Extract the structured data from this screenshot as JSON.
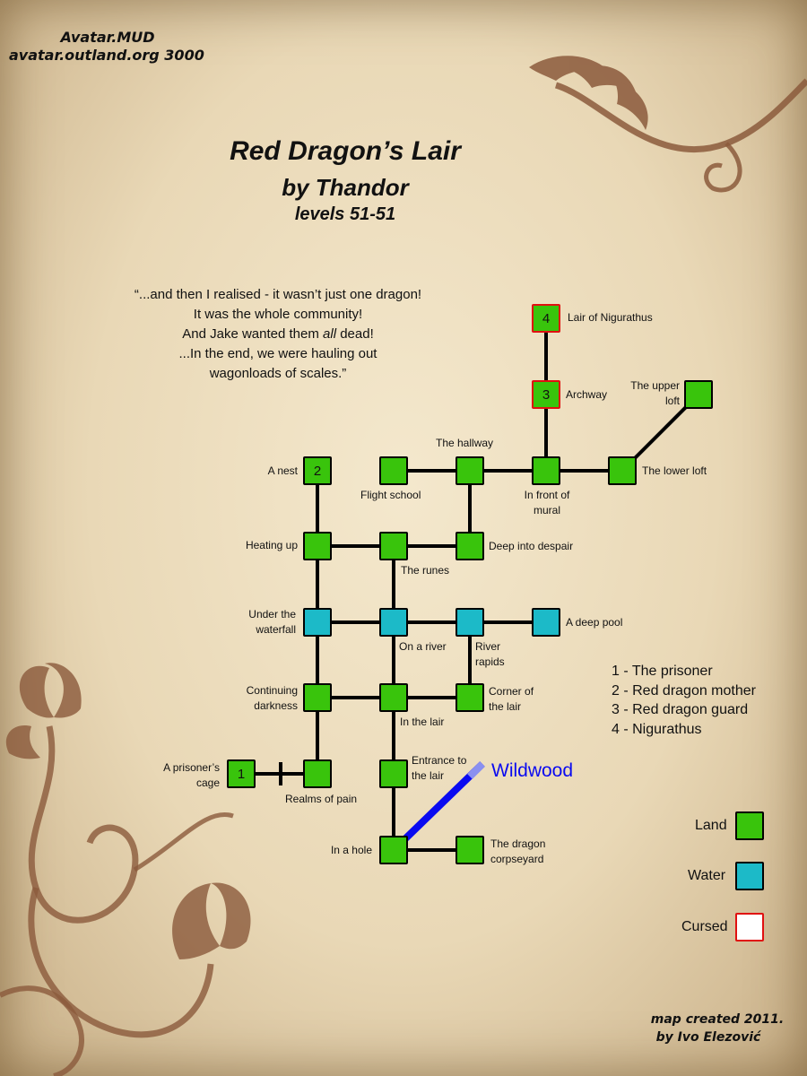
{
  "header": {
    "mud_name": "Avatar.MUD",
    "mud_address": "avatar.outland.org 3000"
  },
  "title": {
    "main": "Red Dragon’s Lair",
    "author": "by Thandor",
    "levels": "levels 51-51"
  },
  "quote": {
    "line1": "“...and then I realised - it wasn’t just one dragon!",
    "line2": "It was the whole community!",
    "line3_a": "And Jake wanted them ",
    "line3_em": "all",
    "line3_b": " dead!",
    "line4": "...In the end, we were hauling out",
    "line5": "wagonloads of scales.”"
  },
  "rooms": {
    "lair_of_nigurathus": {
      "label": "Lair of Nigurathus",
      "type": "land",
      "cursed": true,
      "number": "4"
    },
    "archway": {
      "label": "Archway",
      "type": "land",
      "cursed": true,
      "number": "3"
    },
    "upper_loft": {
      "label1": "The upper",
      "label2": "loft",
      "type": "land"
    },
    "a_nest": {
      "label": "A nest",
      "type": "land",
      "number": "2"
    },
    "flight_school": {
      "label": "Flight school",
      "type": "land"
    },
    "hallway": {
      "label": "The hallway",
      "type": "land"
    },
    "front_of_mural": {
      "label1": "In front of",
      "label2": "mural",
      "type": "land"
    },
    "lower_loft": {
      "label": "The lower loft",
      "type": "land"
    },
    "heating_up": {
      "label": "Heating up",
      "type": "land"
    },
    "runes": {
      "label": "The runes",
      "type": "land"
    },
    "deep_despair": {
      "label": "Deep into despair",
      "type": "land"
    },
    "under_waterfall": {
      "label1": "Under the",
      "label2": "waterfall",
      "type": "water"
    },
    "on_a_river": {
      "label": "On a river",
      "type": "water"
    },
    "river_rapids": {
      "label1": "River",
      "label2": "rapids",
      "type": "water"
    },
    "deep_pool": {
      "label": "A deep pool",
      "type": "water"
    },
    "continuing_darkness": {
      "label1": "Continuing",
      "label2": "darkness",
      "type": "land"
    },
    "in_the_lair": {
      "label": "In the lair",
      "type": "land"
    },
    "corner_of_lair": {
      "label1": "Corner of",
      "label2": "the lair",
      "type": "land"
    },
    "prisoners_cage": {
      "label1": "A prisoner’s",
      "label2": "cage",
      "type": "land",
      "number": "1"
    },
    "realms_of_pain": {
      "label": "Realms of pain",
      "type": "land"
    },
    "entrance_to_lair": {
      "label1": "Entrance to",
      "label2": "the lair",
      "type": "land"
    },
    "in_a_hole": {
      "label": "In a hole",
      "type": "land"
    },
    "dragon_corpseyard": {
      "label1": "The dragon",
      "label2": "corpseyard",
      "type": "land"
    }
  },
  "exit": {
    "label": "Wildwood",
    "color": "#0a0af0"
  },
  "key": [
    "1 - The prisoner",
    "2 - Red dragon mother",
    "3 - Red dragon guard",
    "4 - Nigurathus"
  ],
  "legend": {
    "land": "Land",
    "water": "Water",
    "cursed": "Cursed"
  },
  "colors": {
    "land": "#39c40c",
    "water": "#1cbac8",
    "cursed_border": "#e01010",
    "ornament": "#8b5a3c"
  },
  "footer": {
    "line1": "map created 2011.",
    "line2": "by Ivo Elezović"
  }
}
